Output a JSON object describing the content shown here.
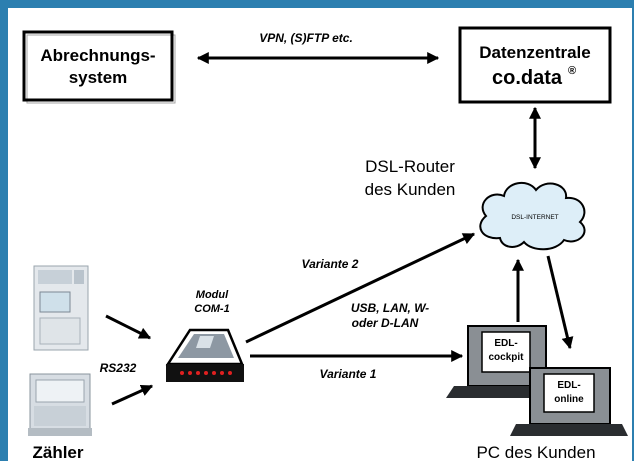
{
  "boxes": {
    "billing_line1": "Abrechnungs-",
    "billing_line2": "system",
    "datacenter_line1": "Datenzentrale",
    "datacenter_line2": "co.data",
    "datacenter_reg": "®"
  },
  "edges": {
    "vpn": "VPN, (S)FTP etc.",
    "variante2": "Variante 2",
    "variante1": "Variante 1",
    "usb_line1": "USB, LAN, W-",
    "usb_line2": "oder D-LAN",
    "rs232": "RS232"
  },
  "router": {
    "line1": "DSL-Router",
    "line2": "des Kunden"
  },
  "cloud": {
    "label": "DSL-INTERNET"
  },
  "modul": {
    "line1": "Modul",
    "line2": "COM-1"
  },
  "laptop_cockpit": {
    "line1": "EDL-",
    "line2": "cockpit"
  },
  "laptop_online": {
    "line1": "EDL-",
    "line2": "online"
  },
  "captions": {
    "meters": "Zähler",
    "pc": "PC des Kunden"
  },
  "colors": {
    "frame": "#2c7fb0",
    "led": "#e02020"
  },
  "icons": [
    "cloud-icon",
    "modem-icon",
    "laptop-icon",
    "meter-icon"
  ]
}
